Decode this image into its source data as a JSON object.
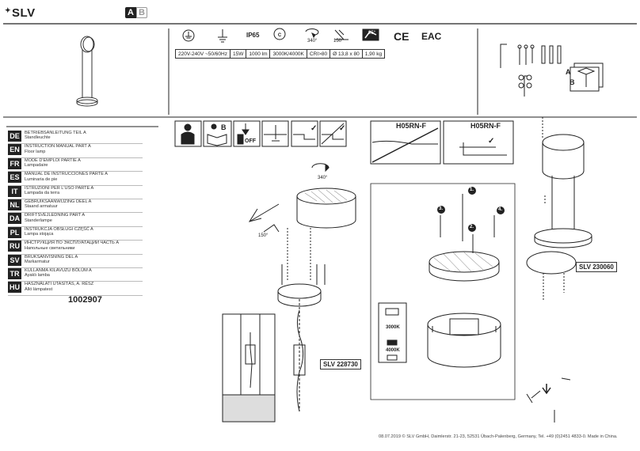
{
  "brand": {
    "name": "SLV"
  },
  "part_badge": {
    "active": "A",
    "inactive": "B"
  },
  "specs": {
    "ip_rating": "IP65",
    "rotation": "340°",
    "tilt": "150°",
    "temperature": "95°",
    "eac": "EAC",
    "ce": "CE",
    "values": [
      "220V-240V ~50/60Hz",
      "15W",
      "1000 lm",
      "3000K/4000K",
      "CRI>80",
      "Ø 13,8 x 80",
      "1,90 kg"
    ]
  },
  "languages": [
    {
      "code": "DE",
      "title": "BETRIEBSANLEITUNG TEIL A",
      "sub": "Standleuchte"
    },
    {
      "code": "EN",
      "title": "INSTRUCTION MANUAL PART A",
      "sub": "Floor lamp"
    },
    {
      "code": "FR",
      "title": "MODE D'EMPLOI PARTIE A",
      "sub": "Lampadaire"
    },
    {
      "code": "ES",
      "title": "MANUAL DE INSTRUCCIONES PARTE A",
      "sub": "Luminaria de pie"
    },
    {
      "code": "IT",
      "title": "ISTRUZIONI PER L'USO PARTE A",
      "sub": "Lampada da terra"
    },
    {
      "code": "NL",
      "title": "GEBRUIKSAANWIJZING DEEL A",
      "sub": "Staand armatuur"
    },
    {
      "code": "DA",
      "title": "DRIFTSVEJLEDNING PART A",
      "sub": "Standerlampe"
    },
    {
      "code": "PL",
      "title": "INSTRUKCJA OBSŁUGI CZĘŚĆ A",
      "sub": "Lampa stojąca"
    },
    {
      "code": "RU",
      "title": "ИНСТРУКЦИЯ ПО ЭКСПЛУАТАЦИИ ЧАСТЬ A",
      "sub": "Напольные светильники"
    },
    {
      "code": "SV",
      "title": "BRUKSANVISNING DEL A",
      "sub": "Markarmatur"
    },
    {
      "code": "TR",
      "title": "KULLANMA KILAVUZU BÖLÜM A",
      "sub": "Ayaklı lamba"
    },
    {
      "code": "HU",
      "title": "HASZNÁLATI UTASÍTÁS, A. RÉSZ",
      "sub": "Álló lámpatest"
    }
  ],
  "article_number": "1002907",
  "cable_labels": [
    "H05RN-F",
    "H05RN-F"
  ],
  "diagram": {
    "rotation": "340°",
    "tilt": "150°",
    "accessory_1": "SLV 228730",
    "accessory_2": "SLV 230060",
    "cct_warm": "3000K",
    "cct_cool": "4000K",
    "steps": [
      "1.",
      "2.",
      "3.",
      "4."
    ],
    "sheet_a": "A",
    "sheet_b": "B",
    "power_off": "OFF",
    "book_b": "B"
  },
  "footer": {
    "text": "08.07.2019 © SLV GmbH, Daimlerstr. 21-23, 52531 Übach-Palenberg, Germany, Tel. +49 (0)2451 4833-0. Made in China."
  }
}
